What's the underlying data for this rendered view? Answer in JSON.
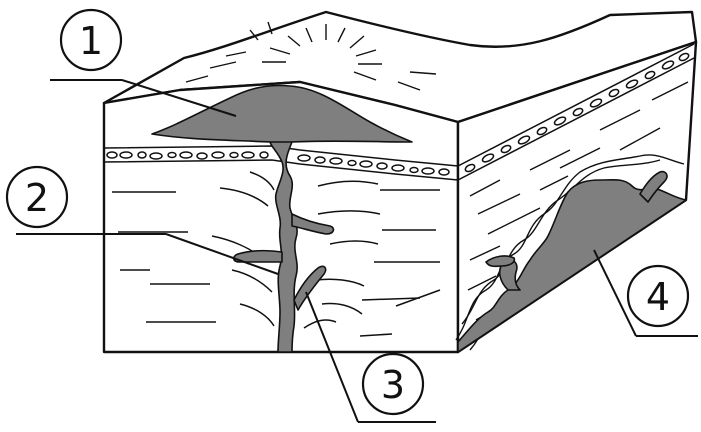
{
  "diagram": {
    "colors": {
      "fill": "#7f7f7f",
      "ink": "#111111",
      "paper": "#ffffff"
    },
    "callouts": [
      {
        "id": "1",
        "label": "1"
      },
      {
        "id": "2",
        "label": "2"
      },
      {
        "id": "3",
        "label": "3"
      },
      {
        "id": "4",
        "label": "4"
      }
    ]
  }
}
